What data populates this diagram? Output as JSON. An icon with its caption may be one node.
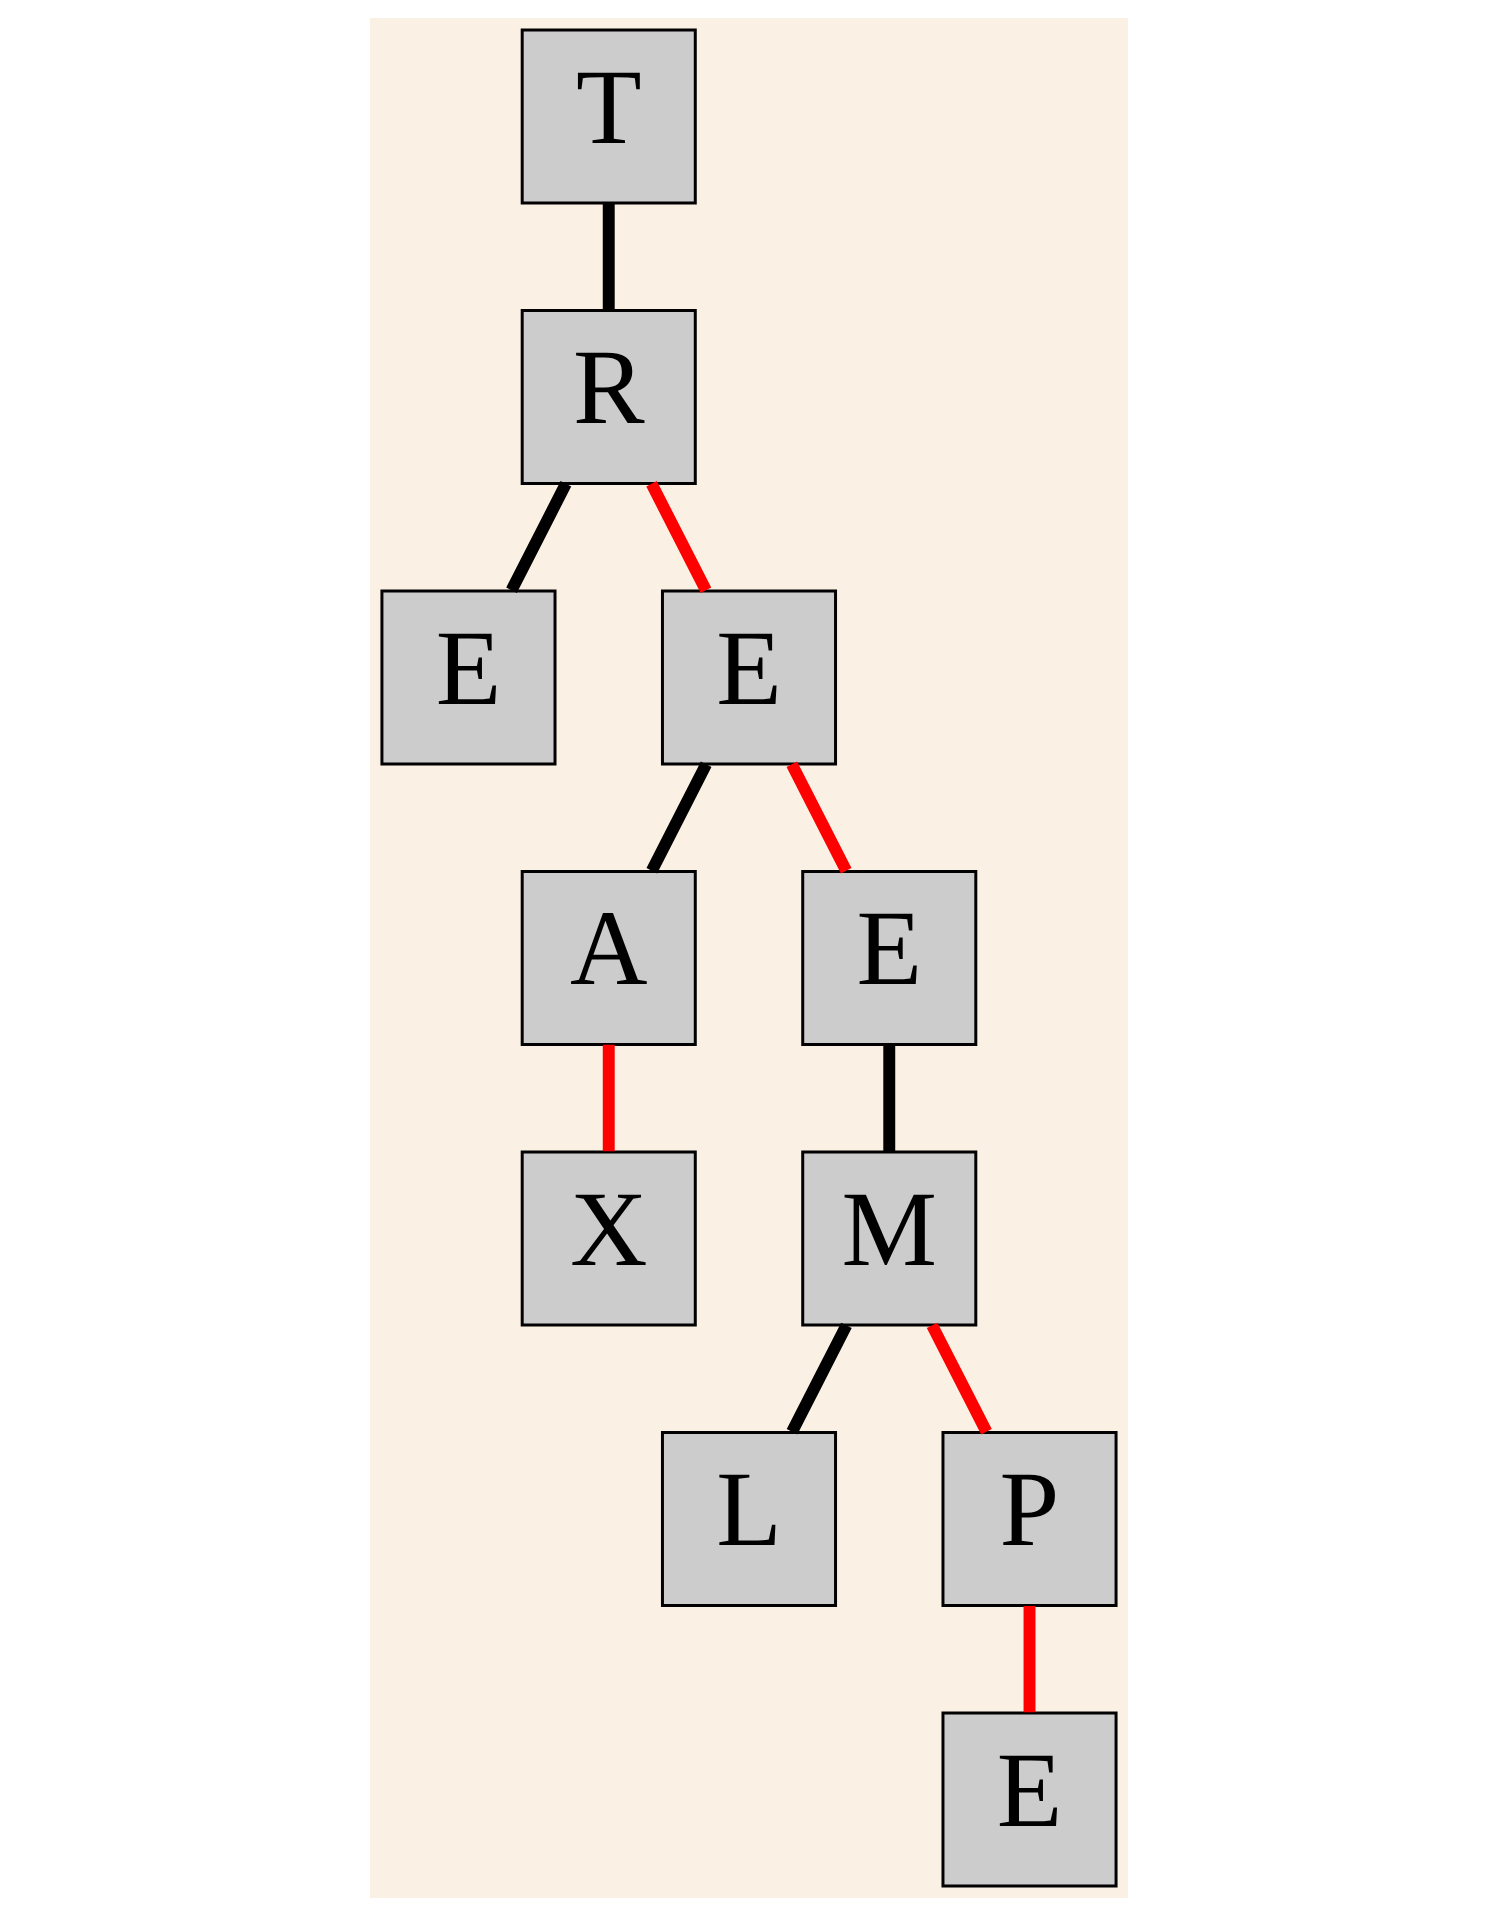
{
  "diagram": {
    "nodes": [
      {
        "text": [
          "T"
        ]
      },
      {
        "text": [
          "R"
        ]
      },
      {
        "text": [
          "E"
        ]
      },
      {
        "text": [
          "E"
        ]
      },
      {
        "text": [
          "A"
        ]
      },
      {
        "text": [
          "E"
        ]
      },
      {
        "text": [
          "X"
        ]
      },
      {
        "text": [
          "M"
        ]
      },
      {
        "text": [
          "L"
        ]
      },
      {
        "text": [
          "P"
        ]
      },
      {
        "text": [
          "E"
        ]
      }
    ],
    "edges": [
      {
        "from": 0,
        "to": 1,
        "arrow": "none"
      },
      {
        "from": 1,
        "to": 2,
        "arrow": "none"
      },
      {
        "from": 1,
        "to": 3,
        "arrow": "none",
        "color": "#ff0000"
      },
      {
        "from": 3,
        "to": 4,
        "arrow": "none"
      },
      {
        "from": 3,
        "to": 5,
        "arrow": "none",
        "color": "#ff0000"
      },
      {
        "from": 4,
        "to": 6,
        "arrow": "none",
        "color": "#ff0000"
      },
      {
        "from": 5,
        "to": 7,
        "arrow": "none"
      },
      {
        "from": 7,
        "to": 8,
        "arrow": "none"
      },
      {
        "from": 7,
        "to": 9,
        "arrow": "none",
        "color": "#ff0000"
      },
      {
        "from": 9,
        "to": 10,
        "arrow": "none",
        "color": "#ff0000"
      }
    ]
  }
}
